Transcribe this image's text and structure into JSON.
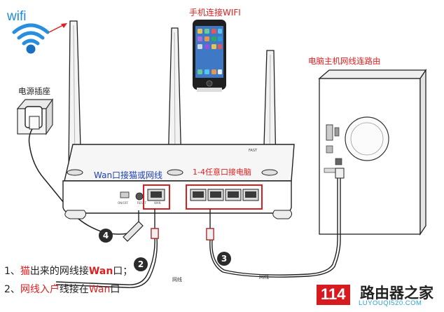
{
  "labels": {
    "wifi": "wifi",
    "phone": "手机连接WIFI",
    "pc": "电脑主机网线连路由",
    "power": "电源插座",
    "wan_port": "Wan口接猫或网线",
    "lan_ports": "1-4任意口接电脑",
    "port_1": "ON/OFF",
    "port_2": "RESET",
    "port_3": "WAN",
    "brand": "FAST",
    "cable_1": "网线",
    "cable_2": "网线"
  },
  "markers": [
    "4",
    "2",
    "3"
  ],
  "notes": [
    {
      "prefix": "1、",
      "seg1": "猫",
      "seg2": "出来的网线接",
      "seg3": "Wan",
      "seg4": "口；"
    },
    {
      "prefix": "2、",
      "seg1": "网线入户",
      "seg2": "线接在",
      "seg3": "Wan",
      "seg4": "口"
    }
  ],
  "watermark": {
    "number": "114",
    "title": "路由器之家",
    "url": "LUYOUQI520.COM"
  },
  "colors": {
    "wifi_blue": "#1e8bd9",
    "label_red": "#e02020",
    "wan_blue": "#1c3fb8",
    "highlight_box": "#d81e1e"
  },
  "icons": [
    "wifi-icon",
    "phone-icon",
    "router-icon",
    "antenna-icon",
    "computer-icon",
    "power-socket-icon",
    "power-adapter-icon",
    "rj45-plug-icon",
    "arrow-icon"
  ]
}
